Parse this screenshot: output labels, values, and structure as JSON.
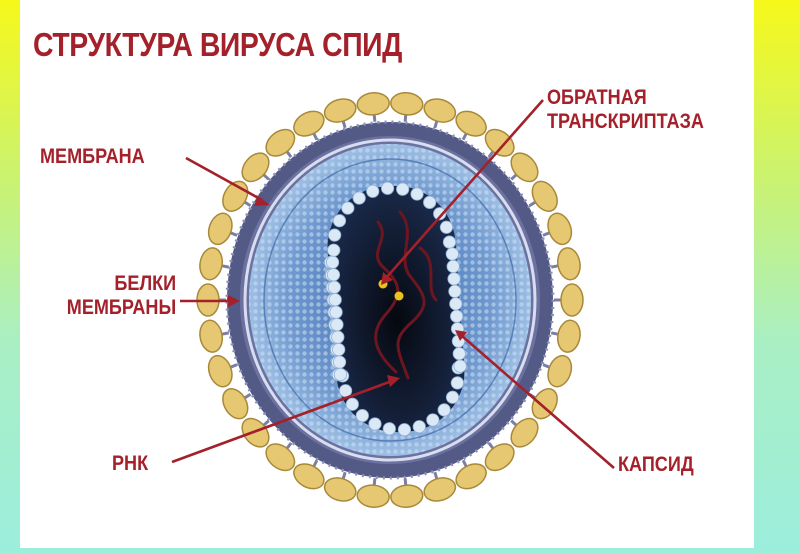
{
  "title": "СТРУКТУРА ВИРУСА СПИД",
  "labels": {
    "membrane": "МЕМБРАНА",
    "membrane_proteins": [
      "БЕЛКИ",
      "МЕМБРАНЫ"
    ],
    "rna": "РНК",
    "reverse_transcriptase": [
      "ОБРАТНАЯ",
      "ТРАНСКРИПТАЗА"
    ],
    "capsid": "КАПСИД"
  },
  "colors": {
    "label_text": "#a4202a",
    "leader_line": "#a4202a",
    "glycoprotein_fill": "#e6c772",
    "glycoprotein_outline": "#a8893a",
    "membrane_band": "#545a86",
    "matrix_blue": "#6f99cf",
    "core_interior": "#0b1426",
    "capsid_bead": "#dbe9f6"
  }
}
